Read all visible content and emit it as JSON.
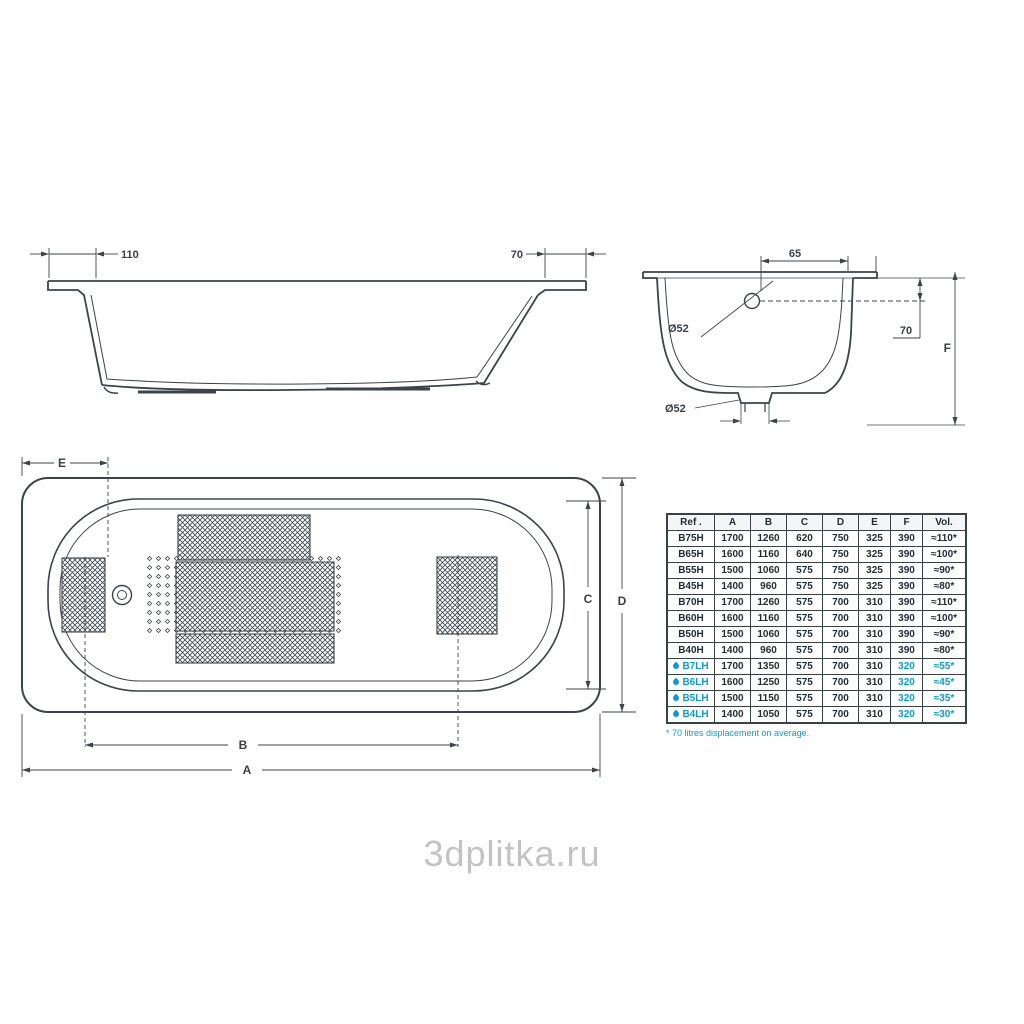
{
  "side_view": {
    "dim_left": "110",
    "dim_right": "70"
  },
  "end_view": {
    "dim_top": "65",
    "overflow_diameter": "Ø52",
    "dim_overflow_depth": "70",
    "dim_height": "F",
    "drain_diameter": "Ø52"
  },
  "plan_view": {
    "dim_e": "E",
    "dim_c": "C",
    "dim_d": "D",
    "dim_b": "B",
    "dim_a": "A"
  },
  "table": {
    "headers": [
      "Ref .",
      "A",
      "B",
      "C",
      "D",
      "E",
      "F",
      "Vol."
    ],
    "rows": [
      {
        "ref": "B75H",
        "values": [
          "1700",
          "1260",
          "620",
          "750",
          "325",
          "390"
        ],
        "vol": "≈110*",
        "highlight": false
      },
      {
        "ref": "B65H",
        "values": [
          "1600",
          "1160",
          "640",
          "750",
          "325",
          "390"
        ],
        "vol": "≈100*",
        "highlight": false
      },
      {
        "ref": "B55H",
        "values": [
          "1500",
          "1060",
          "575",
          "750",
          "325",
          "390"
        ],
        "vol": "≈90*",
        "highlight": false
      },
      {
        "ref": "B45H",
        "values": [
          "1400",
          "960",
          "575",
          "750",
          "325",
          "390"
        ],
        "vol": "≈80*",
        "highlight": false
      },
      {
        "ref": "B70H",
        "values": [
          "1700",
          "1260",
          "575",
          "700",
          "310",
          "390"
        ],
        "vol": "≈110*",
        "highlight": false
      },
      {
        "ref": "B60H",
        "values": [
          "1600",
          "1160",
          "575",
          "700",
          "310",
          "390"
        ],
        "vol": "≈100*",
        "highlight": false
      },
      {
        "ref": "B50H",
        "values": [
          "1500",
          "1060",
          "575",
          "700",
          "310",
          "390"
        ],
        "vol": "≈90*",
        "highlight": false
      },
      {
        "ref": "B40H",
        "values": [
          "1400",
          "960",
          "575",
          "700",
          "310",
          "390"
        ],
        "vol": "≈80*",
        "highlight": false
      },
      {
        "ref": "B7LH",
        "values": [
          "1700",
          "1350",
          "575",
          "700",
          "310",
          "320"
        ],
        "vol": "≈55*",
        "highlight": true
      },
      {
        "ref": "B6LH",
        "values": [
          "1600",
          "1250",
          "575",
          "700",
          "310",
          "320"
        ],
        "vol": "≈45*",
        "highlight": true
      },
      {
        "ref": "B5LH",
        "values": [
          "1500",
          "1150",
          "575",
          "700",
          "310",
          "320"
        ],
        "vol": "≈35*",
        "highlight": true
      },
      {
        "ref": "B4LH",
        "values": [
          "1400",
          "1050",
          "575",
          "700",
          "310",
          "320"
        ],
        "vol": "≈30*",
        "highlight": true
      }
    ],
    "footnote": "* 70 litres displacement on average."
  },
  "watermark": "3dplitka.ru",
  "colors": {
    "line": "#3d434a",
    "accent": "#0a9bd7",
    "table_text": "#222c36"
  }
}
